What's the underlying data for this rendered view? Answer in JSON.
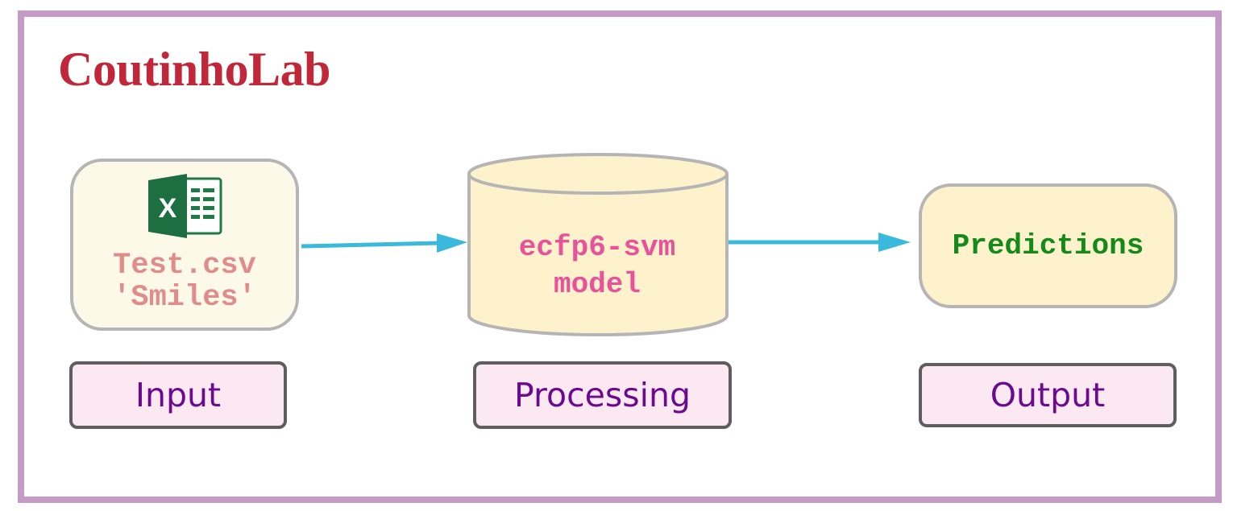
{
  "brand": "CoutinhoLab",
  "input_node": {
    "icon": "excel-icon",
    "lines": [
      "Test.csv",
      "'Smiles'"
    ]
  },
  "model_node": {
    "lines": [
      "ecfp6-svm",
      "model"
    ]
  },
  "output_node": {
    "label": "Predictions"
  },
  "stages": {
    "input": "Input",
    "processing": "Processing",
    "output": "Output"
  },
  "colors": {
    "frame": "#c39bc6",
    "brand": "#c0283a",
    "arrow": "#3bb9dc",
    "node_fill": "#fdf2cc",
    "model_text": "#e8529b",
    "input_text": "#e08c8a",
    "predictions_text": "#138a1a",
    "stage_fill": "#fce8f0",
    "stage_text": "#6b0a8f"
  }
}
